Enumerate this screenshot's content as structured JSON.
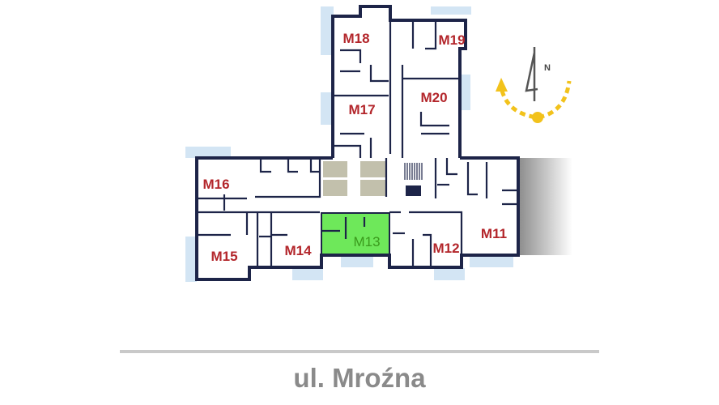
{
  "units": [
    {
      "id": "M11",
      "label": "M11"
    },
    {
      "id": "M12",
      "label": "M12"
    },
    {
      "id": "M13",
      "label": "M13",
      "selected": true
    },
    {
      "id": "M14",
      "label": "M14"
    },
    {
      "id": "M15",
      "label": "M15"
    },
    {
      "id": "M16",
      "label": "M16"
    },
    {
      "id": "M17",
      "label": "M17"
    },
    {
      "id": "M18",
      "label": "M18"
    },
    {
      "id": "M19",
      "label": "M19"
    },
    {
      "id": "M20",
      "label": "M20"
    }
  ],
  "compass": {
    "north_label": "N"
  },
  "street": {
    "name": "ul. Mroźna"
  },
  "colors": {
    "wall": "#1d2448",
    "label": "#b3262b",
    "selected": "#6ee85a",
    "window": "#d3e5f4",
    "sun": "#f2c21b"
  }
}
